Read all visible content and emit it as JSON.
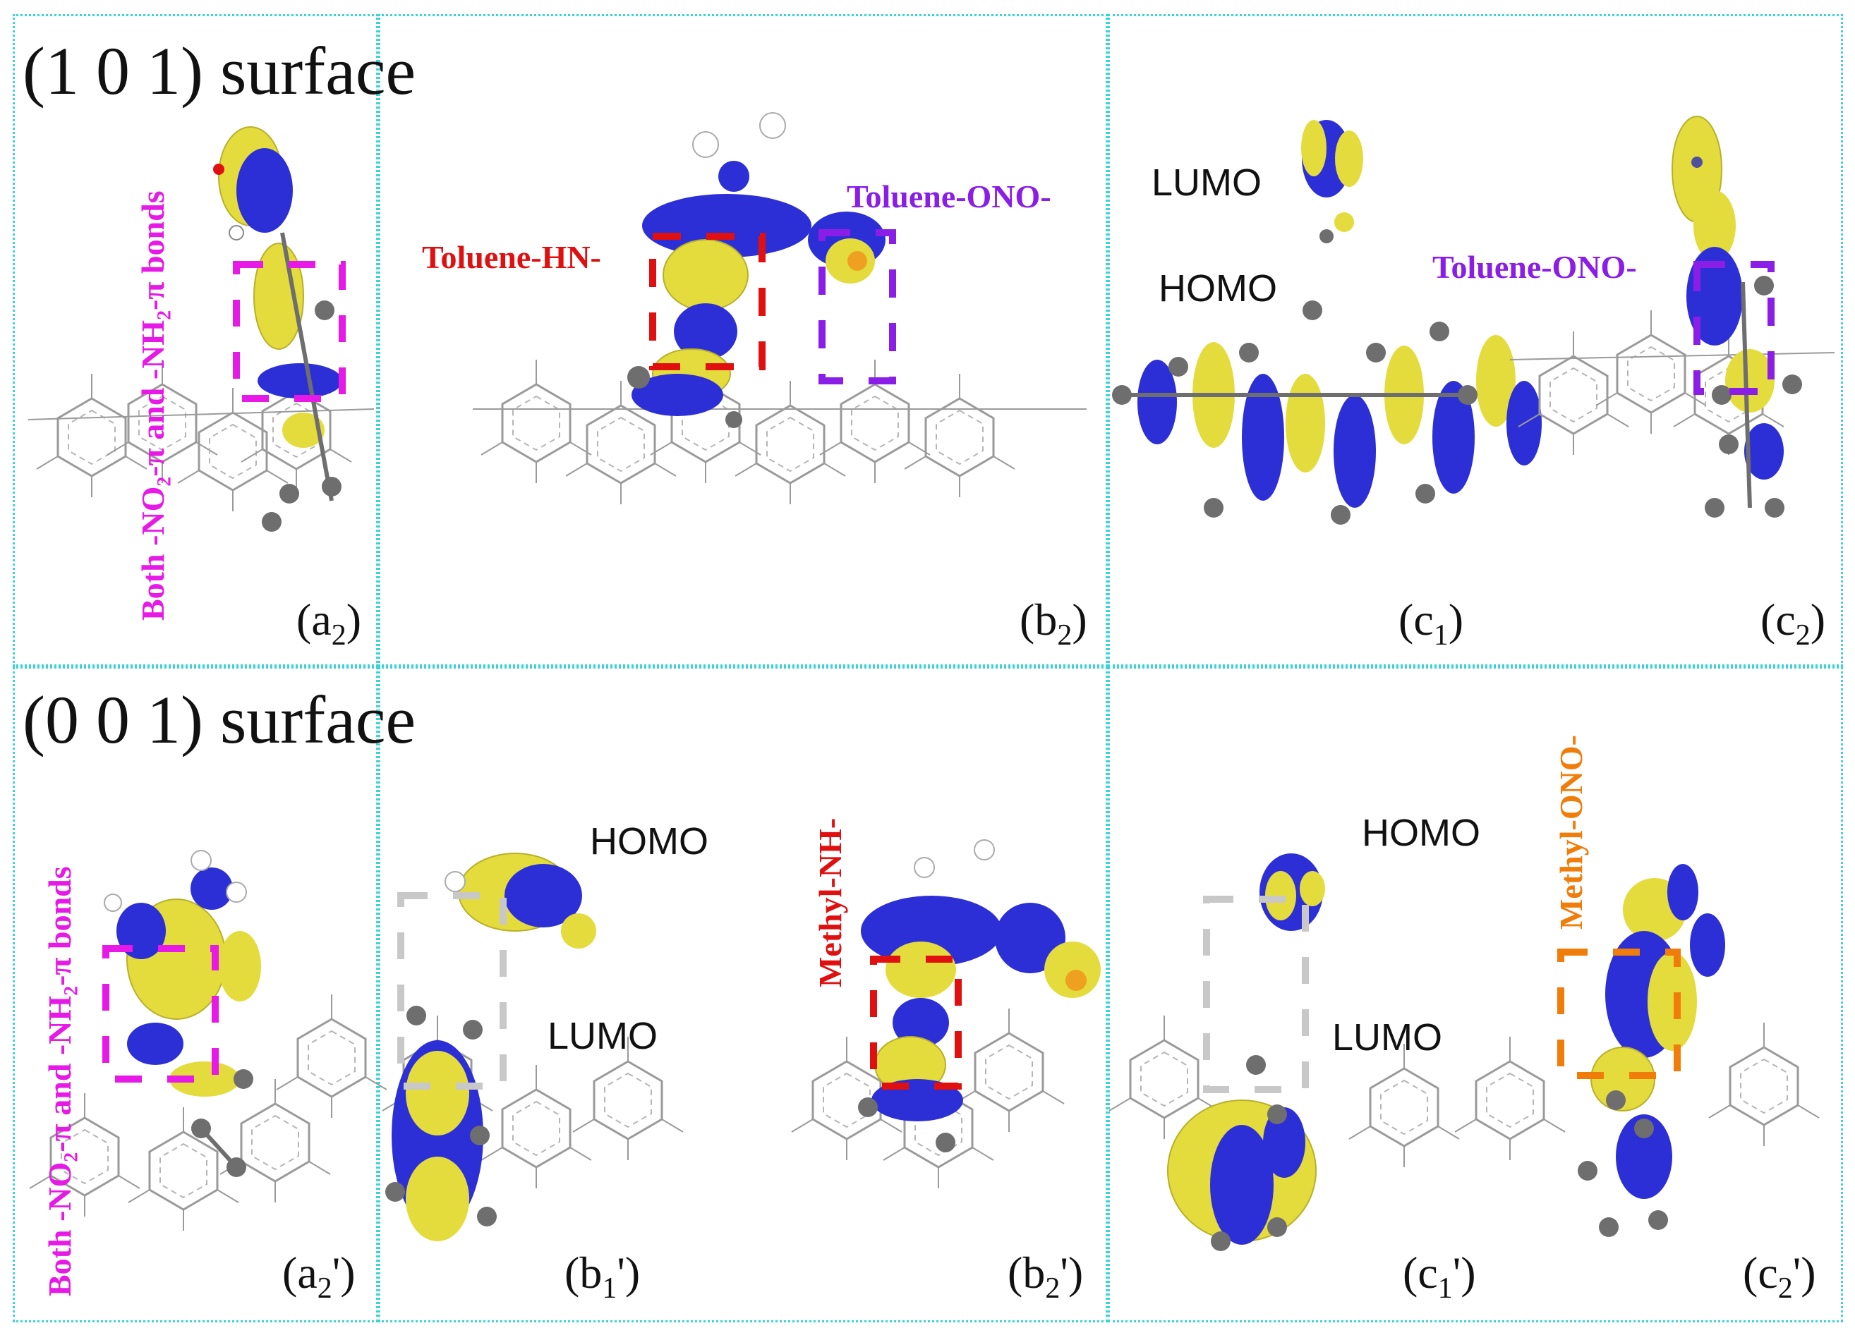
{
  "rows": [
    {
      "surface_title": "(1 0 1) surface"
    },
    {
      "surface_title": "(0 0 1) surface"
    }
  ],
  "panel_labels": {
    "a2": {
      "main": "(a",
      "sub": "2",
      "end": ")"
    },
    "b2": {
      "main": "(b",
      "sub": "2",
      "end": ")"
    },
    "c1": {
      "main": "(c",
      "sub": "1",
      "end": ")"
    },
    "c2": {
      "main": "(c",
      "sub": "2",
      "end": ")"
    },
    "a2p": {
      "main": "(a",
      "sub": "2",
      "end": "')"
    },
    "b1p": {
      "main": "(b",
      "sub": "1",
      "end": "')"
    },
    "b2p": {
      "main": "(b",
      "sub": "2",
      "end": "')"
    },
    "c1p": {
      "main": "(c",
      "sub": "1",
      "end": "')"
    },
    "c2p": {
      "main": "(c",
      "sub": "2",
      "end": "')"
    }
  },
  "orbital_labels": {
    "c1_lumo": "LUMO",
    "c1_homo": "HOMO",
    "b1p_homo": "HOMO",
    "b1p_lumo": "LUMO",
    "c1p_homo": "HOMO",
    "c1p_lumo": "LUMO"
  },
  "bond_labels": {
    "a2_both": "Both -NO₂-π and -NH₂-π bonds",
    "b2_toluene_hn": "Toluene-HN-",
    "b2_toluene_ono": "Toluene-ONO-",
    "c2_toluene_ono": "Toluene-ONO-",
    "a2p_both": "Both -NO₂-π and -NH₂-π bonds",
    "b2p_methyl_nh": "Methyl-NH-",
    "c2p_methyl_ono": "Methyl-ONO-"
  },
  "colors": {
    "grid_line": "#38d4d8",
    "orbital_positive": "#2d2fd6",
    "orbital_negative": "#e3dc3c",
    "atom_carbon": "#6e6e6e",
    "atom_hydrogen": "#ffffff",
    "bond_magenta": "#e619e6",
    "bond_red": "#e01010",
    "bond_purple": "#8a1ee6",
    "bond_orange": "#f07d0a",
    "box_gray": "#c8c8c8",
    "substrate": "#9a9a9a"
  }
}
